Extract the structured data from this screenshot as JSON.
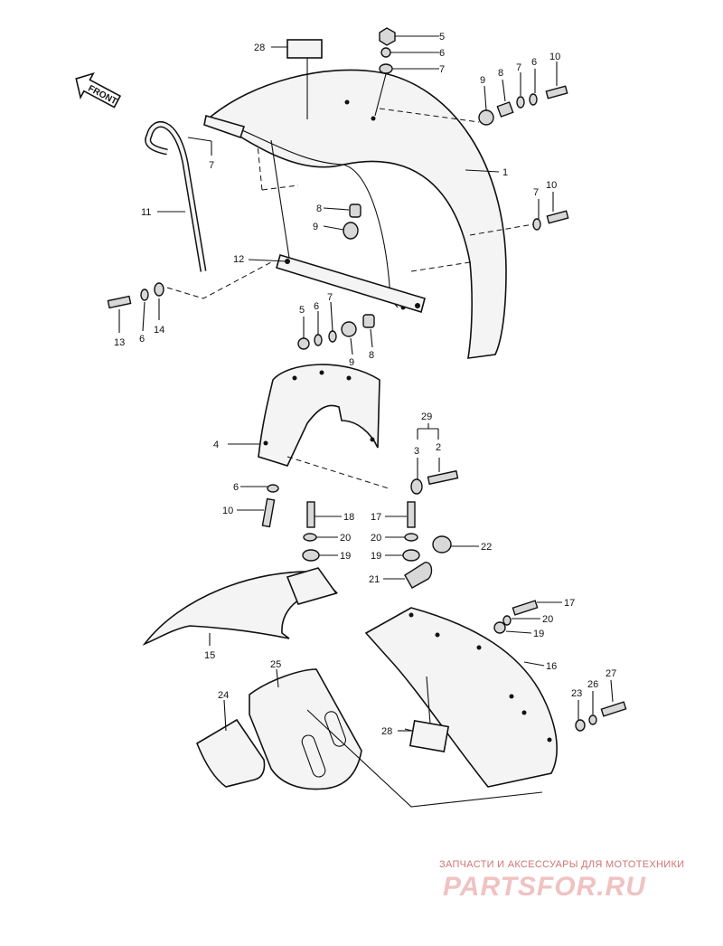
{
  "diagram": {
    "front_label": "FRONT",
    "callouts": [
      "28",
      "5",
      "6",
      "7",
      "9",
      "8",
      "7",
      "6",
      "10",
      "1",
      "7",
      "11",
      "7",
      "10",
      "8",
      "9",
      "12",
      "13",
      "6",
      "14",
      "5",
      "6",
      "7",
      "9",
      "8",
      "4",
      "29",
      "3",
      "2",
      "6",
      "10",
      "18",
      "17",
      "20",
      "20",
      "19",
      "19",
      "22",
      "21",
      "17",
      "20",
      "19",
      "15",
      "25",
      "16",
      "24",
      "23",
      "26",
      "27",
      "28"
    ]
  },
  "watermark": {
    "caption": "ЗАПЧАСТИ И АКСЕССУАРЫ ДЛЯ МОТОТЕХНИКИ",
    "logo": "PARTSFOR.RU"
  }
}
